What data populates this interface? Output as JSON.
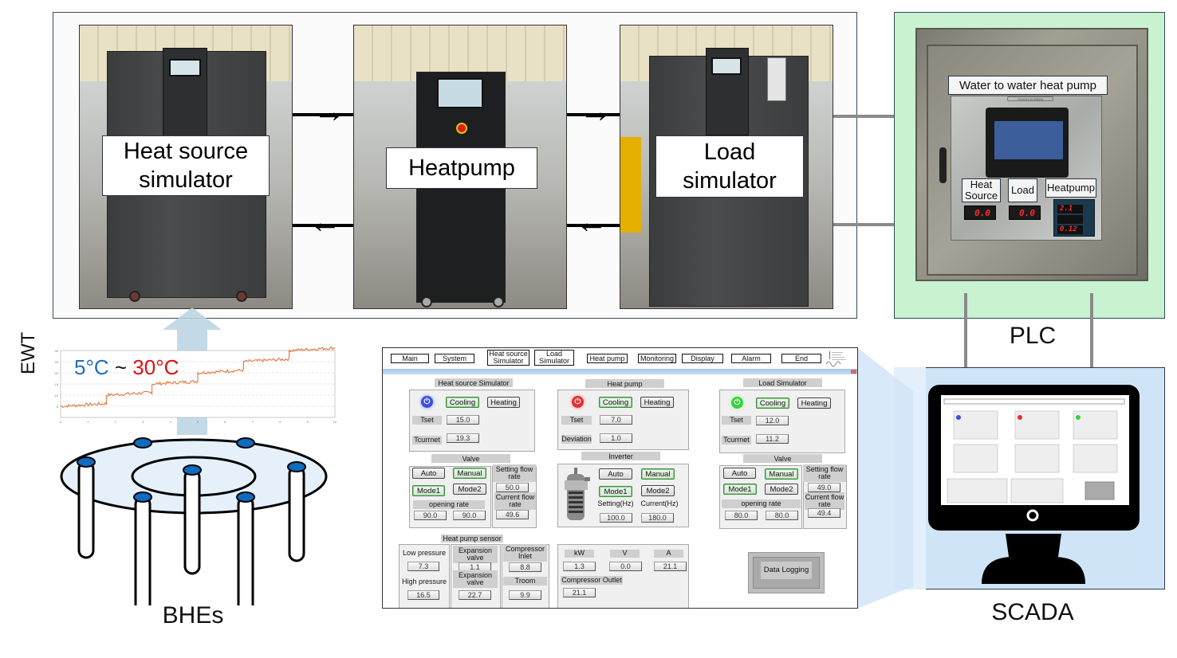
{
  "equipment": {
    "heat_source_label": "Heat source simulator",
    "heatpump_label": "Heatpump",
    "load_label": "Load simulator",
    "forward_arrow": "→",
    "return_arrow": "←"
  },
  "plc": {
    "title": "Water to water heat pump",
    "touch_screen_label": "TOUCH SCREEN",
    "labels": [
      "Heat Source",
      "Load",
      "Heatpump"
    ],
    "heat_source_display": "0.0",
    "load_display": "0.0",
    "heatpump_display": [
      "2.1",
      "",
      "0.12"
    ],
    "caption": "PLC"
  },
  "scada": {
    "caption": "SCADA"
  },
  "bhe": {
    "caption": "BHEs"
  },
  "ewt": {
    "axis_label": "EWT",
    "range_low": "5°C",
    "range_sep": "~",
    "range_high": "30°C",
    "colors": {
      "low": "#1f6fc0",
      "high": "#e01010",
      "series": "#e07840"
    }
  },
  "chart_data": {
    "type": "line",
    "title": "",
    "xlabel": "",
    "ylabel": "EWT",
    "xlim": [
      0,
      10
    ],
    "ylim": [
      0,
      30
    ],
    "x_ticks": [
      "0",
      "1",
      "2",
      "3",
      "4",
      "5",
      "6",
      "7",
      "8",
      "9",
      "10"
    ],
    "y_ticks": [
      "5",
      "10",
      "15",
      "20",
      "25",
      "30"
    ],
    "annotation": "5°C ~ 30°C",
    "grid": true,
    "series": [
      {
        "name": "EWT",
        "color": "#e07840",
        "steps": [
          {
            "x_start": 0.0,
            "x_end": 1.67,
            "value": 5
          },
          {
            "x_start": 1.67,
            "x_end": 3.33,
            "value": 10
          },
          {
            "x_start": 3.33,
            "x_end": 5.0,
            "value": 15
          },
          {
            "x_start": 5.0,
            "x_end": 6.67,
            "value": 20
          },
          {
            "x_start": 6.67,
            "x_end": 8.33,
            "value": 25
          },
          {
            "x_start": 8.33,
            "x_end": 10.0,
            "value": 30
          }
        ]
      }
    ]
  },
  "hmi": {
    "nav": [
      "Main",
      "System",
      "Heat source Simulator",
      "Load Simulator",
      "Heat pump",
      "Monitoring",
      "Display",
      "Alarm",
      "End"
    ],
    "heat_source": {
      "title": "Heat source Simulator",
      "power_color": "#3a4fe0",
      "cooling": "Cooling",
      "heating": "Heating",
      "tset_label": "Tset",
      "tset": "15.0",
      "tcur_label": "Tcurrnet",
      "tcur": "19.3",
      "valve_title": "Valve",
      "auto": "Auto",
      "manual": "Manual",
      "mode1": "Mode1",
      "mode2": "Mode2",
      "opening_label": "opening rate",
      "opening": [
        "90.0",
        "90.0"
      ],
      "set_flow_label": "Setting flow rate",
      "set_flow": "50.0",
      "cur_flow_label": "Current flow rate",
      "cur_flow": "49.6"
    },
    "heat_pump": {
      "title": "Heat pump",
      "power_color": "#e03030",
      "cooling": "Cooling",
      "heating": "Heating",
      "tset_label": "Tset",
      "tset": "7.0",
      "dev_label": "Deviation",
      "dev": "1.0",
      "inverter_title": "Inverter",
      "auto": "Auto",
      "manual": "Manual",
      "mode1": "Mode1",
      "mode2": "Mode2",
      "set_hz_label": "Setting(Hz)",
      "set_hz": "100.0",
      "cur_hz_label": "Current(Hz)",
      "cur_hz": "180.0"
    },
    "load": {
      "title": "Load Simulator",
      "power_color": "#3ad040",
      "cooling": "Cooling",
      "heating": "Heating",
      "tset_label": "Tset",
      "tset": "12.0",
      "tcur_label": "Tcurrnet",
      "tcur": "11.2",
      "valve_title": "Valve",
      "auto": "Auto",
      "manual": "Manual",
      "mode1": "Mode1",
      "mode2": "Mode2",
      "opening_label": "opening rate",
      "opening": [
        "80.0",
        "80.0"
      ],
      "set_flow_label": "Setting flow rate",
      "set_flow": "49.0",
      "cur_flow_label": "Current flow rate",
      "cur_flow": "49.4"
    },
    "sensor": {
      "title": "Heat pump sensor",
      "low_p_label": "Low pressure",
      "low_p": "7.3",
      "high_p_label": "High pressure",
      "high_p": "16.5",
      "exp1_label": "Expansion valve",
      "exp1": "1.1",
      "exp2_label": "Expansion valve",
      "exp2": "22.7",
      "comp_in_label": "Compressor Inlet",
      "comp_in": "8.8",
      "troom_label": "Troom",
      "troom": "9.9"
    },
    "power": {
      "kw_label": "kW",
      "kw": "1.3",
      "v_label": "V",
      "v": "0.0",
      "a_label": "A",
      "a": "21.1",
      "comp_out_label": "Compressor Outlet",
      "comp_out": "21.1"
    },
    "data_logging": "Data Logging"
  }
}
